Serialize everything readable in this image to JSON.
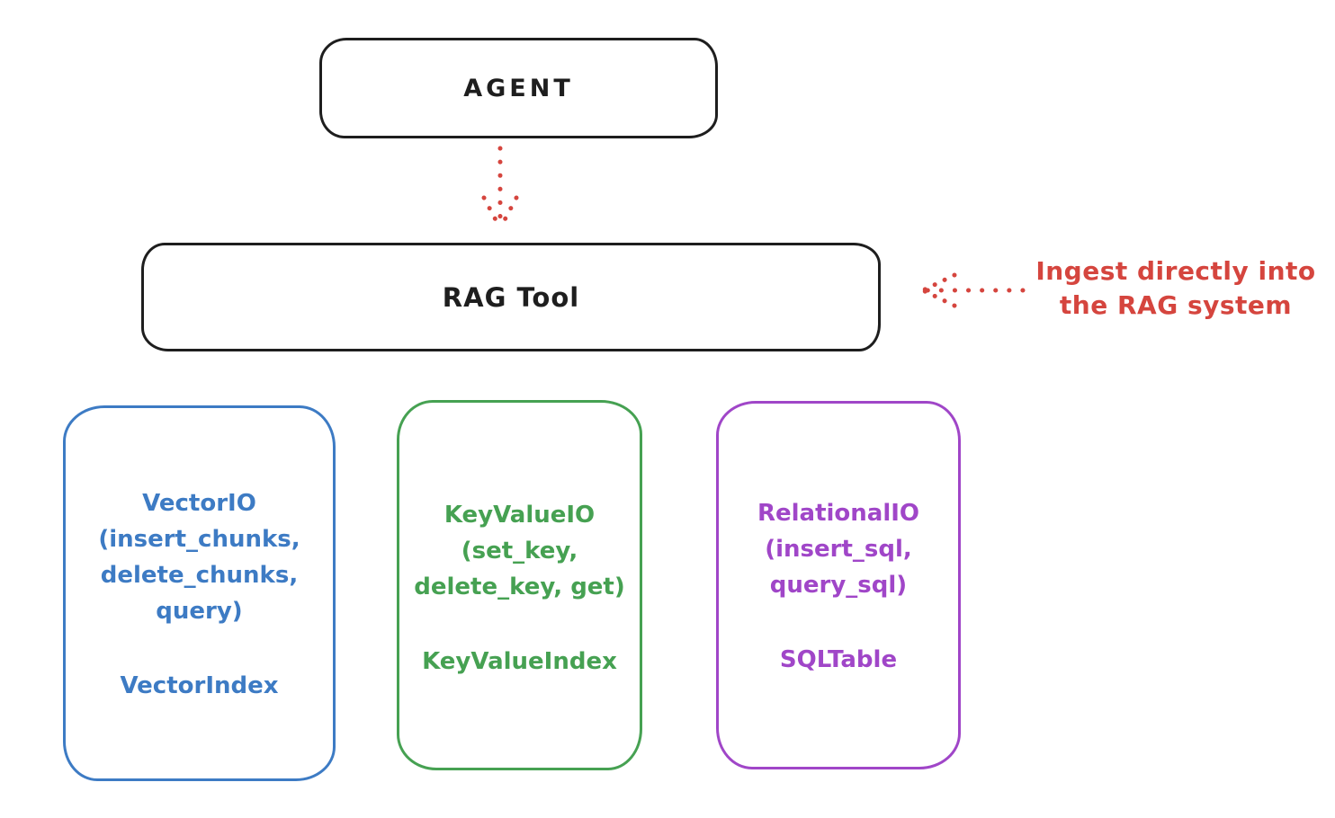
{
  "colors": {
    "ink": "#1e1e1e",
    "red": "#d5453e",
    "blue": "#3d7bc4",
    "green": "#46a152",
    "purple": "#a046c8",
    "background": "#ffffff"
  },
  "agent_box": {
    "label": "AGENT"
  },
  "rag_tool_box": {
    "label": "RAG Tool"
  },
  "annotation": {
    "lines": [
      "Ingest directly into",
      "the RAG system"
    ]
  },
  "arrows": [
    {
      "name": "agent-to-rag-tool",
      "style": "dotted",
      "direction": "down"
    },
    {
      "name": "annotation-to-rag-tool",
      "style": "dotted",
      "direction": "left"
    }
  ],
  "io_boxes": [
    {
      "id": "vector-io",
      "color": "#3d7bc4",
      "lines": [
        "VectorIO",
        "(insert_chunks,",
        "delete_chunks,",
        "query)"
      ],
      "index_label": "VectorIndex"
    },
    {
      "id": "keyvalue-io",
      "color": "#46a152",
      "lines": [
        "KeyValueIO",
        "(set_key,",
        "delete_key, get)"
      ],
      "index_label": "KeyValueIndex"
    },
    {
      "id": "relational-io",
      "color": "#a046c8",
      "lines": [
        "RelationalIO",
        "(insert_sql,",
        "query_sql)"
      ],
      "index_label": "SQLTable"
    }
  ]
}
